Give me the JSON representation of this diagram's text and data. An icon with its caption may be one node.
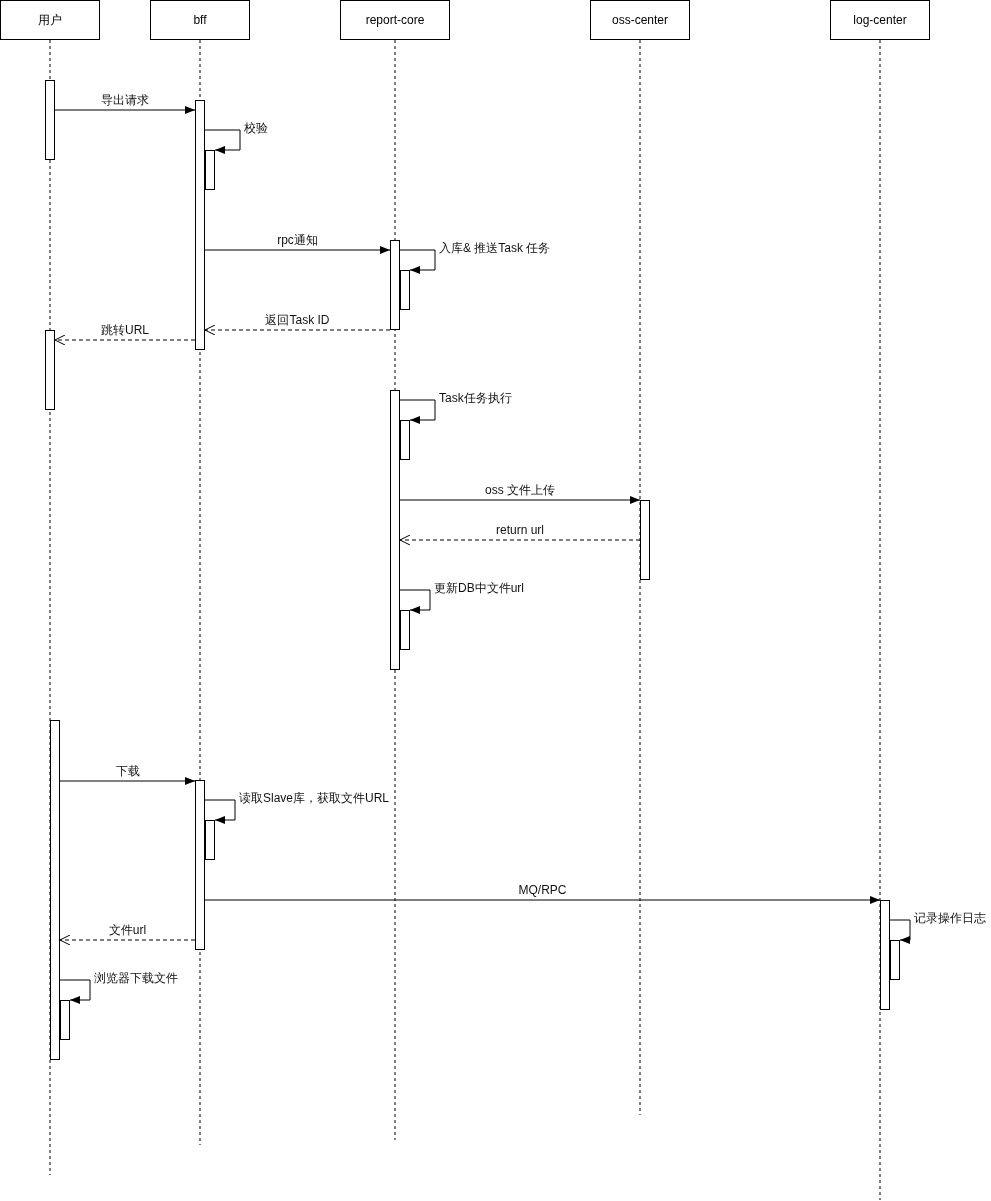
{
  "diagram": {
    "nodes": [
      {
        "text": [
          "用户"
        ]
      },
      {
        "text": [
          "bff"
        ]
      },
      {
        "text": [
          "report-core"
        ]
      },
      {
        "text": [
          "oss-center"
        ]
      },
      {
        "text": [
          "log-center"
        ]
      },
      {
        "text": [],
        "shape": "bar"
      },
      {
        "text": [],
        "shape": "bar"
      },
      {
        "text": [],
        "shape": "bar"
      },
      {
        "text": [],
        "shape": "bar"
      },
      {
        "text": [],
        "shape": "bar"
      },
      {
        "text": [],
        "shape": "bar"
      },
      {
        "text": [],
        "shape": "bar"
      },
      {
        "text": [],
        "shape": "bar"
      },
      {
        "text": [],
        "shape": "bar"
      },
      {
        "text": [],
        "shape": "bar"
      },
      {
        "text": [],
        "shape": "bar"
      },
      {
        "text": [],
        "shape": "bar"
      },
      {
        "text": [],
        "shape": "bar"
      },
      {
        "text": [],
        "shape": "bar"
      },
      {
        "text": [],
        "shape": "bar"
      },
      {
        "text": [],
        "shape": "bar"
      }
    ],
    "edges": [
      {
        "from": 5,
        "to": 6,
        "arrow": "to",
        "label": "导出请求"
      },
      {
        "from": 6,
        "to": 7,
        "arrow": "to",
        "label": "校验"
      },
      {
        "from": 6,
        "to": 8,
        "arrow": "to",
        "label": "rpc通知"
      },
      {
        "from": 8,
        "to": 9,
        "arrow": "to",
        "label": "入库& 推送Task 任务"
      },
      {
        "from": 8,
        "to": 6,
        "arrow": "to",
        "label": "返回Task ID",
        "style": "dashed"
      },
      {
        "from": 6,
        "to": 10,
        "arrow": "to",
        "label": "跳转URL",
        "style": "dashed"
      },
      {
        "from": 11,
        "to": 12,
        "arrow": "to",
        "label": "Task任务执行"
      },
      {
        "from": 11,
        "to": 13,
        "arrow": "to",
        "label": "oss 文件上传"
      },
      {
        "from": 13,
        "to": 11,
        "arrow": "to",
        "label": "return url",
        "style": "dashed"
      },
      {
        "from": 11,
        "to": 14,
        "arrow": "to",
        "label": "更新DB中文件url"
      },
      {
        "from": 15,
        "to": 16,
        "arrow": "to",
        "label": "下载"
      },
      {
        "from": 16,
        "to": 17,
        "arrow": "to",
        "label": "读取Slave库，获取文件URL"
      },
      {
        "from": 16,
        "to": 18,
        "arrow": "to",
        "label": "MQ/RPC"
      },
      {
        "from": 16,
        "to": 15,
        "arrow": "to",
        "label": "文件url",
        "style": "dashed"
      },
      {
        "from": 18,
        "to": 19,
        "arrow": "to",
        "label": "记录操作日志"
      },
      {
        "from": 15,
        "to": 20,
        "arrow": "to",
        "label": "浏览器下载文件"
      }
    ]
  }
}
